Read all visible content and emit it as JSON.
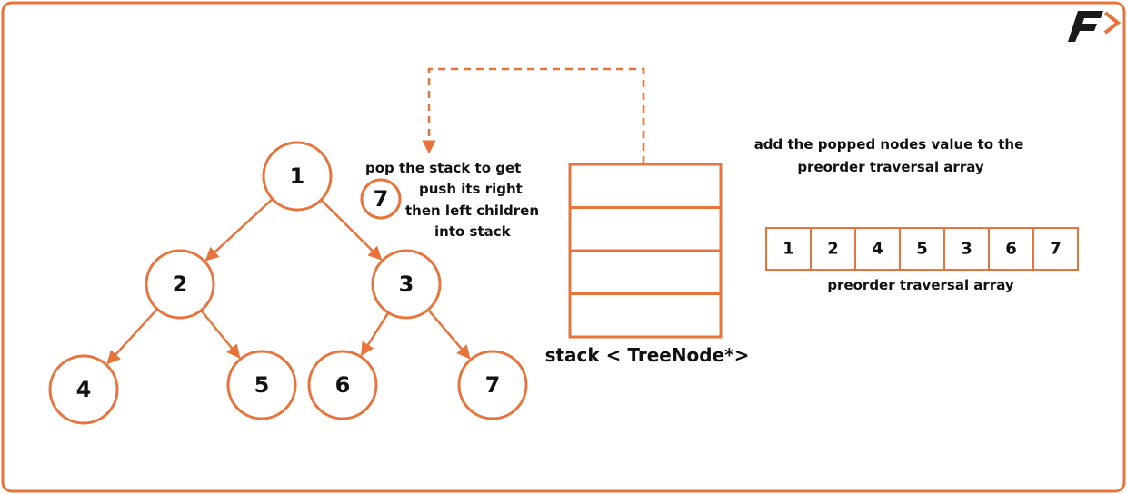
{
  "colors": {
    "accent": "#e8743b",
    "text": "#111111",
    "logo_dark": "#1a1a1a"
  },
  "logo": {
    "icon": "f-arrow-logo-icon"
  },
  "tree": {
    "nodes": [
      {
        "id": "1",
        "label": "1"
      },
      {
        "id": "2",
        "label": "2"
      },
      {
        "id": "3",
        "label": "3"
      },
      {
        "id": "4",
        "label": "4"
      },
      {
        "id": "5",
        "label": "5"
      },
      {
        "id": "6",
        "label": "6"
      },
      {
        "id": "7",
        "label": "7"
      }
    ],
    "edges": [
      {
        "from": "1",
        "to": "2"
      },
      {
        "from": "1",
        "to": "3"
      },
      {
        "from": "2",
        "to": "4"
      },
      {
        "from": "2",
        "to": "5"
      },
      {
        "from": "3",
        "to": "6"
      },
      {
        "from": "3",
        "to": "7"
      }
    ]
  },
  "popped_node": {
    "label": "7"
  },
  "instruction": {
    "line1": "pop the stack to get",
    "line2": "push its right",
    "line3": "then left children",
    "line4": "into stack"
  },
  "stack": {
    "caption": "stack < TreeNode*>",
    "cells": [
      "",
      "",
      "",
      ""
    ]
  },
  "array_note": {
    "line1": "add the popped nodes value to the",
    "line2": "preorder traversal array"
  },
  "traversal": {
    "values": [
      "1",
      "2",
      "4",
      "5",
      "3",
      "6",
      "7"
    ],
    "caption": "preorder traversal array"
  }
}
